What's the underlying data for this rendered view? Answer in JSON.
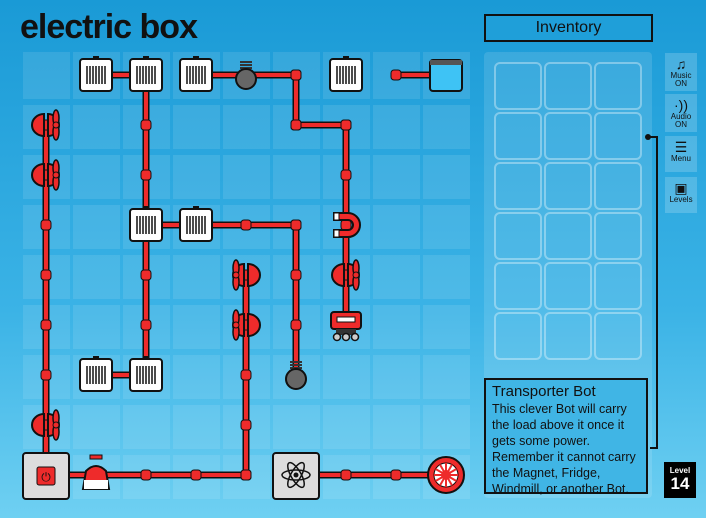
{
  "header": {
    "logo": "electric box"
  },
  "inventory": {
    "title": "Inventory",
    "slots_cols": 3,
    "slots_rows": 6
  },
  "sidebar": {
    "music": {
      "label": "Music",
      "state": "ON",
      "icon": "music-note-icon"
    },
    "audio": {
      "label": "Audio",
      "state": "ON",
      "icon": "speaker-icon"
    },
    "menu": {
      "label": "Menu",
      "icon": "menu-list-icon"
    },
    "levels": {
      "label": "Levels",
      "icon": "levels-icon"
    }
  },
  "info": {
    "title": "Transporter Bot",
    "text": "This clever Bot will carry the load above it once it gets some power. Remember it cannot carry the Magnet, Fridge, Windmill, or another Bot."
  },
  "level": {
    "label": "Level",
    "number": "14"
  },
  "colors": {
    "wire": "#ee2b2b",
    "background": "#1a9ad6",
    "panel_border": "#111111"
  }
}
